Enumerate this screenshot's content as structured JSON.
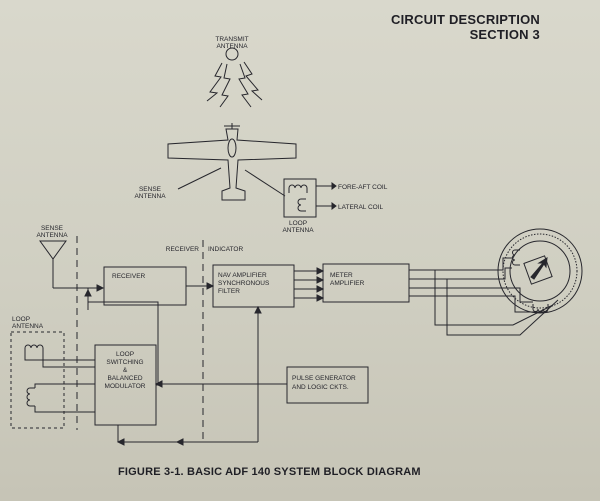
{
  "header": {
    "line1": "CIRCUIT DESCRIPTION",
    "line2": "SECTION 3"
  },
  "labels": {
    "transmit_antenna_1": "TRANSMIT",
    "transmit_antenna_2": "ANTENNA",
    "sense_antenna_plane_1": "SENSE",
    "sense_antenna_plane_2": "ANTENNA",
    "fore_aft_coil": "FORE-AFT COIL",
    "lateral_coil": "LATERAL COIL",
    "loop_antenna_plane_1": "LOOP",
    "loop_antenna_plane_2": "ANTENNA",
    "sense_antenna_1": "SENSE",
    "sense_antenna_2": "ANTENNA",
    "receiver_section": "RECEIVER",
    "indicator_section": "INDICATOR",
    "loop_antenna_1": "LOOP",
    "loop_antenna_2": "ANTENNA"
  },
  "blocks": {
    "receiver": "RECEIVER",
    "nav_amp_1": "NAV AMPLIFIER",
    "nav_amp_2": "SYNCHRONOUS",
    "nav_amp_3": "FILTER",
    "meter_amp_1": "METER",
    "meter_amp_2": "AMPLIFIER",
    "loop_switch_1": "LOOP",
    "loop_switch_2": "SWITCHING",
    "loop_switch_3": "&",
    "loop_switch_4": "BALANCED",
    "loop_switch_5": "MODULATOR",
    "pulse_gen_1": "PULSE GENERATOR",
    "pulse_gen_2": "AND LOGIC CKTS."
  },
  "caption": "FIGURE 3-1. BASIC ADF 140 SYSTEM BLOCK DIAGRAM"
}
